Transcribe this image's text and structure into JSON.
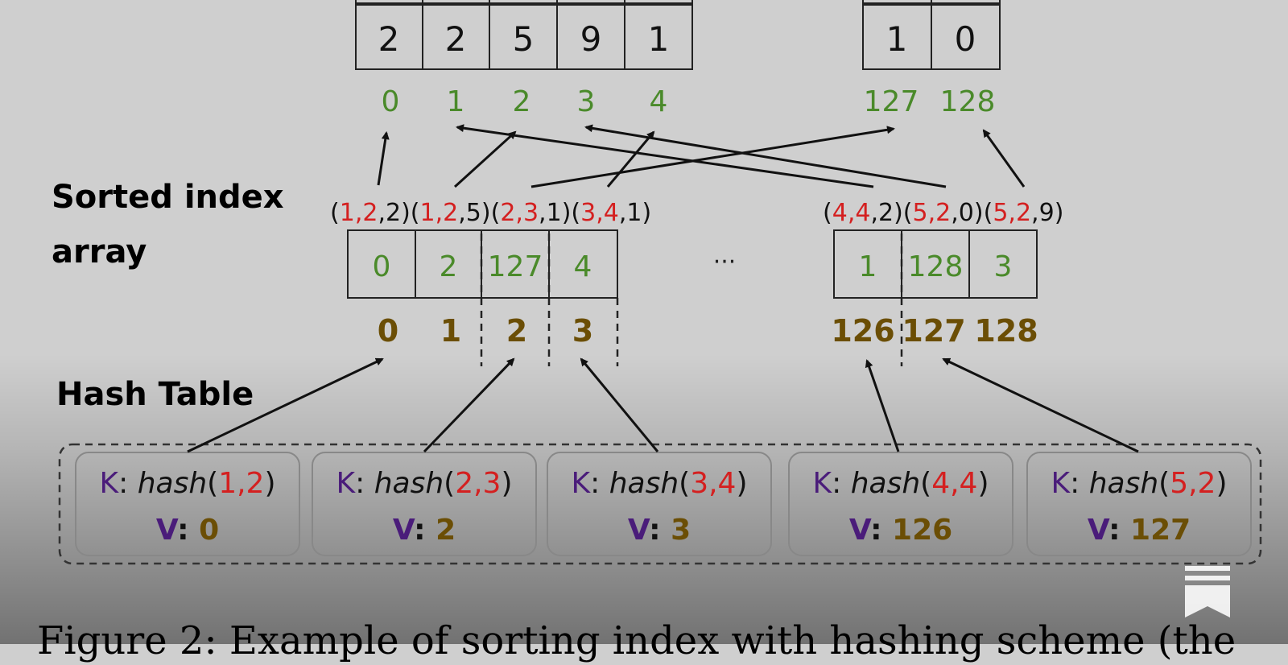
{
  "top_arrays": {
    "left_values": [
      "2",
      "2",
      "5",
      "9",
      "1"
    ],
    "left_indices": [
      "0",
      "1",
      "2",
      "3",
      "4"
    ],
    "right_values": [
      "1",
      "0"
    ],
    "right_indices": [
      "127",
      "128"
    ]
  },
  "sorted_index": {
    "label_line1": "Sorted index",
    "label_line2": "array",
    "tuples_left": [
      {
        "a": "1",
        "b": "2",
        "c": "2"
      },
      {
        "a": "1",
        "b": "2",
        "c": "5"
      },
      {
        "a": "2",
        "b": "3",
        "c": "1"
      },
      {
        "a": "3",
        "b": "4",
        "c": "1"
      }
    ],
    "tuples_right": [
      {
        "a": "4",
        "b": "4",
        "c": "2"
      },
      {
        "a": "5",
        "b": "2",
        "c": "0"
      },
      {
        "a": "5",
        "b": "2",
        "c": "9"
      }
    ],
    "cells_left": [
      "0",
      "2",
      "127",
      "4"
    ],
    "cells_right": [
      "1",
      "128",
      "3"
    ],
    "ellipsis": "···",
    "indices_left": [
      "0",
      "1",
      "2",
      "3"
    ],
    "indices_right": [
      "126",
      "127",
      "128"
    ]
  },
  "hash_table": {
    "label": "Hash Table",
    "key_prefix": "K",
    "hash_fn": "hash",
    "value_prefix": "V",
    "entries": [
      {
        "k1": "1",
        "k2": "2",
        "v": "0"
      },
      {
        "k1": "2",
        "k2": "3",
        "v": "2"
      },
      {
        "k1": "3",
        "k2": "4",
        "v": "3"
      },
      {
        "k1": "4",
        "k2": "4",
        "v": "126"
      },
      {
        "k1": "5",
        "k2": "2",
        "v": "127"
      }
    ]
  },
  "caption": {
    "text": "Figure 2: Example of sorting index with hashing scheme (the"
  },
  "icons": {
    "bookmark": "bookmark-icon"
  },
  "colors": {
    "green": "#4a8a2a",
    "brown": "#6b4e05",
    "red": "#d42020",
    "purple": "#4a1c7a"
  }
}
